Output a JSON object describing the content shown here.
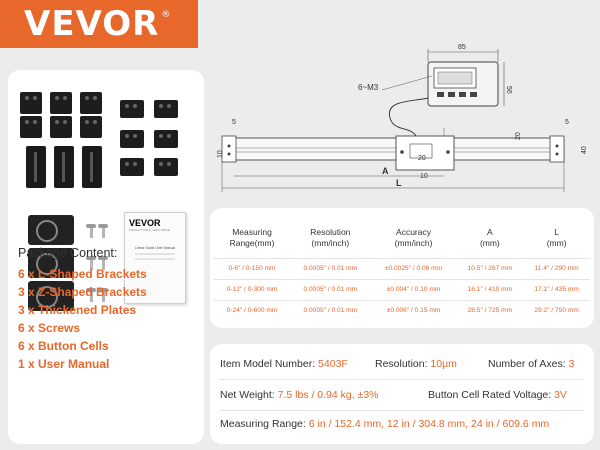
{
  "brand": {
    "name": "VEVOR",
    "mark": "®",
    "color": "#e8672b"
  },
  "manual": {
    "logo": "VEVOR",
    "subtitle": "TOUGH TOOLS, HALF PRICE",
    "title": "Linear Scale User Manual"
  },
  "package": {
    "heading": "Package Content:",
    "items": [
      "6 x L-Shaped Brackets",
      "3 x Z-Shaped Brackets",
      "3 x Thickened Plates",
      "6 x Screws",
      "6 x Button Cells",
      "1 x User Manual"
    ]
  },
  "diagram": {
    "width": "85",
    "height": "56",
    "screw": "6~M3",
    "dim_10": "10",
    "dim_5": "5",
    "dim_20a": "20",
    "dim_20b": "20",
    "dim_10b": "10",
    "dim_40": "40",
    "dim_5b": "5",
    "label_a": "A",
    "label_l": "L"
  },
  "table": {
    "headers": [
      [
        "Measuring",
        "Range(mm)"
      ],
      [
        "Resolution",
        "(mm/inch)"
      ],
      [
        "Accuracy",
        "(mm/inch)"
      ],
      [
        "A",
        "(mm)"
      ],
      [
        "L",
        "(mm)"
      ]
    ],
    "rows": [
      [
        "0-6\" / 0-150 mm",
        "0.0005\" / 0.01 mm",
        "±0.0025\" / 0.06 mm",
        "10.5\" / 267 mm",
        "11.4\" / 290 mm"
      ],
      [
        "0-12\" / 0-300 mm",
        "0.0005\" / 0.01 mm",
        "±0.004\" / 0.10 mm",
        "16.1\" / 410 mm",
        "17.1\" / 435 mm"
      ],
      [
        "0-24\" / 0-600 mm",
        "0.0005\" / 0.01 mm",
        "±0.006\" / 0.15 mm",
        "28.5\" / 725 mm",
        "29.2\" / 750 mm"
      ]
    ]
  },
  "specs": {
    "model_label": "Item Model Number:",
    "model_value": "5403F",
    "resolution_label": "Resolution:",
    "resolution_value": "10μm",
    "axes_label": "Number of Axes:",
    "axes_value": "3",
    "weight_label": "Net Weight:",
    "weight_value": "7.5 lbs / 0.94 kg, ±3%",
    "voltage_label": "Button Cell Rated Voltage:",
    "voltage_value": "3V",
    "range_label": "Measuring Range:",
    "range_value": "6 in / 152.4 mm, 12 in / 304.8 mm, 24 in / 609.6 mm"
  }
}
